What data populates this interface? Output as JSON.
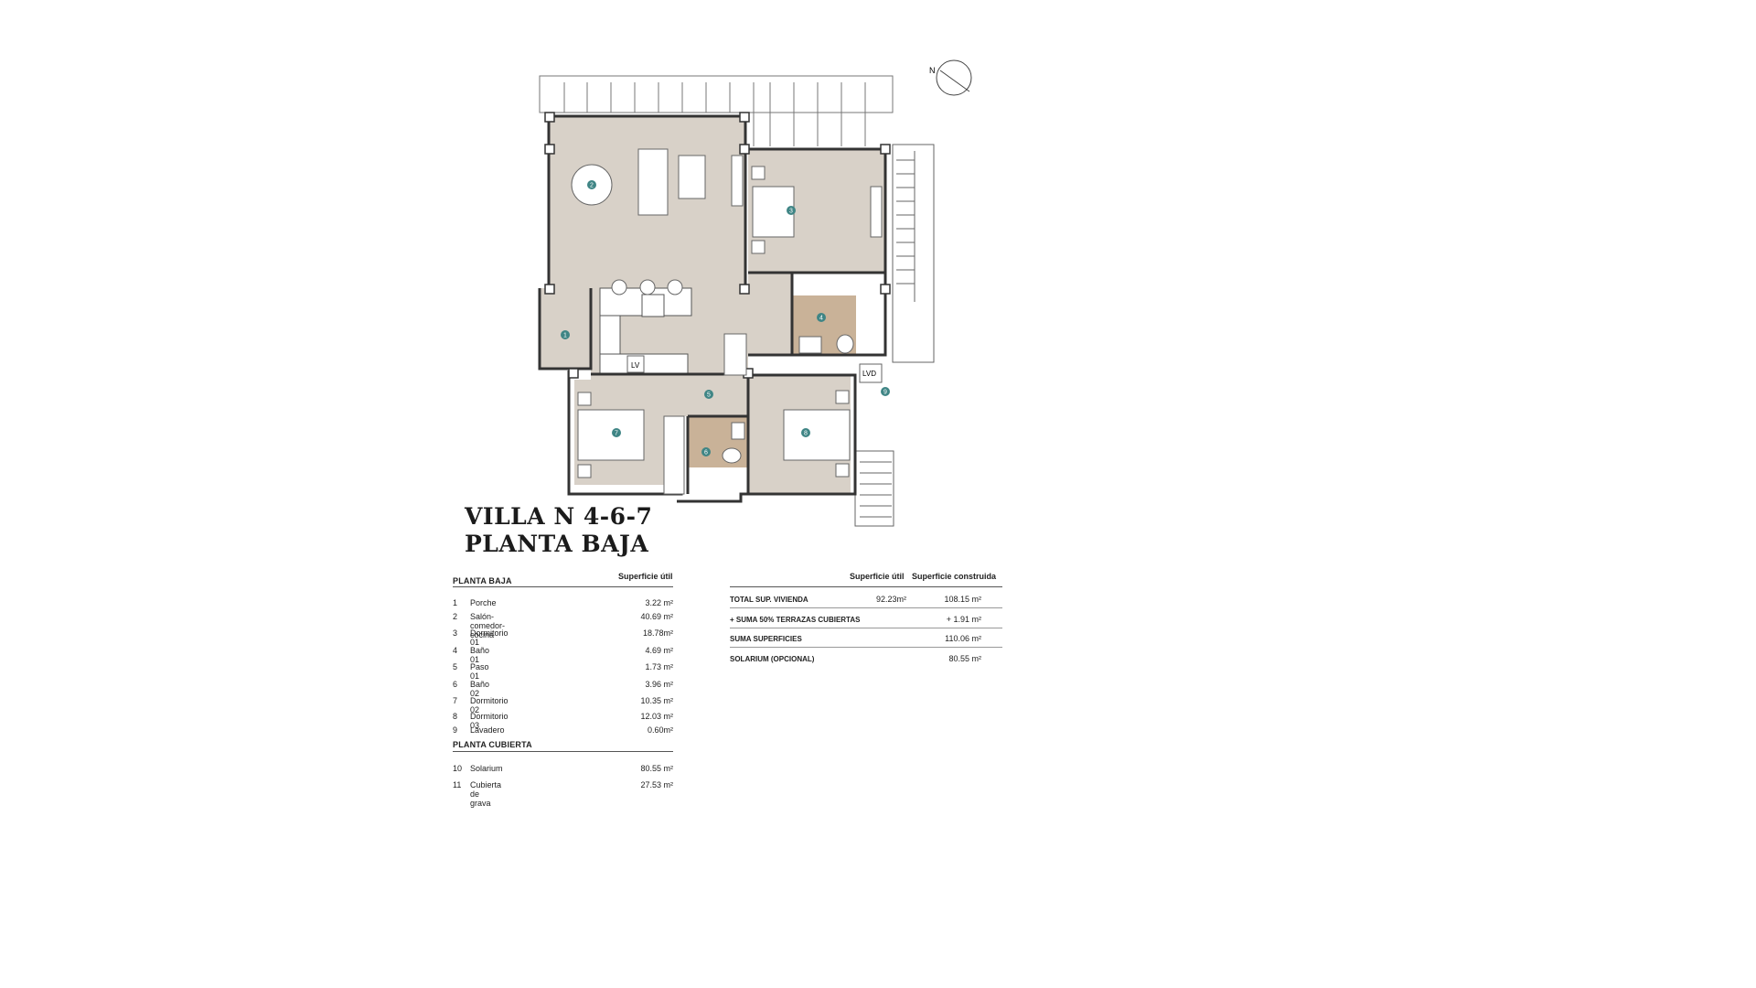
{
  "title": {
    "line1": "VILLA N 4-6-7",
    "line2": "PLANTA BAJA"
  },
  "plan": {
    "compass_label": "N",
    "room_markers": [
      "1",
      "2",
      "3",
      "4",
      "5",
      "6",
      "7",
      "8",
      "9"
    ],
    "fixture_labels": {
      "laundry": "LV",
      "lvd": "LVD"
    },
    "colors": {
      "floor": "#d8d1c8",
      "bath": "#c9b298",
      "marker": "#3f8585",
      "wall": "#333333"
    }
  },
  "table": {
    "section1": "PLANTA BAJA",
    "section2": "PLANTA CUBIERTA",
    "col_header": "Superficie útil",
    "rooms": [
      {
        "num": "1",
        "name": "Porche",
        "area": "3.22 m²"
      },
      {
        "num": "2",
        "name": "Salón-comedor-cocina",
        "area": "40.69 m²"
      },
      {
        "num": "3",
        "name": "Dormitorio 01",
        "area": "18.78m²"
      },
      {
        "num": "4",
        "name": "Baño 01",
        "area": "4.69 m²"
      },
      {
        "num": "5",
        "name": "Paso 01",
        "area": "1.73 m²"
      },
      {
        "num": "6",
        "name": "Baño 02",
        "area": "3.96 m²"
      },
      {
        "num": "7",
        "name": "Dormitorio 02",
        "area": "10.35 m²"
      },
      {
        "num": "8",
        "name": "Dormitorio 03",
        "area": "12.03 m²"
      },
      {
        "num": "9",
        "name": "Lavadero",
        "area": "0.60m²"
      }
    ],
    "roof": [
      {
        "num": "10",
        "name": "Solarium",
        "area": "80.55 m²"
      },
      {
        "num": "11",
        "name": "Cubierta de grava",
        "area": "27.53 m²"
      }
    ]
  },
  "summary": {
    "col_util": "Superficie útil",
    "col_construida": "Superficie construida",
    "rows": [
      {
        "label": "TOTAL SUP. VIVIENDA",
        "util": "92.23m²",
        "construida": "108.15 m²"
      },
      {
        "label": "+ SUMA 50% TERRAZAS CUBIERTAS",
        "util": "",
        "construida": "+ 1.91 m²"
      },
      {
        "label": "SUMA SUPERFICIES",
        "util": "",
        "construida": "110.06 m²"
      },
      {
        "label": "SOLARIUM (OPCIONAL)",
        "util": "",
        "construida": "80.55 m²"
      }
    ]
  }
}
